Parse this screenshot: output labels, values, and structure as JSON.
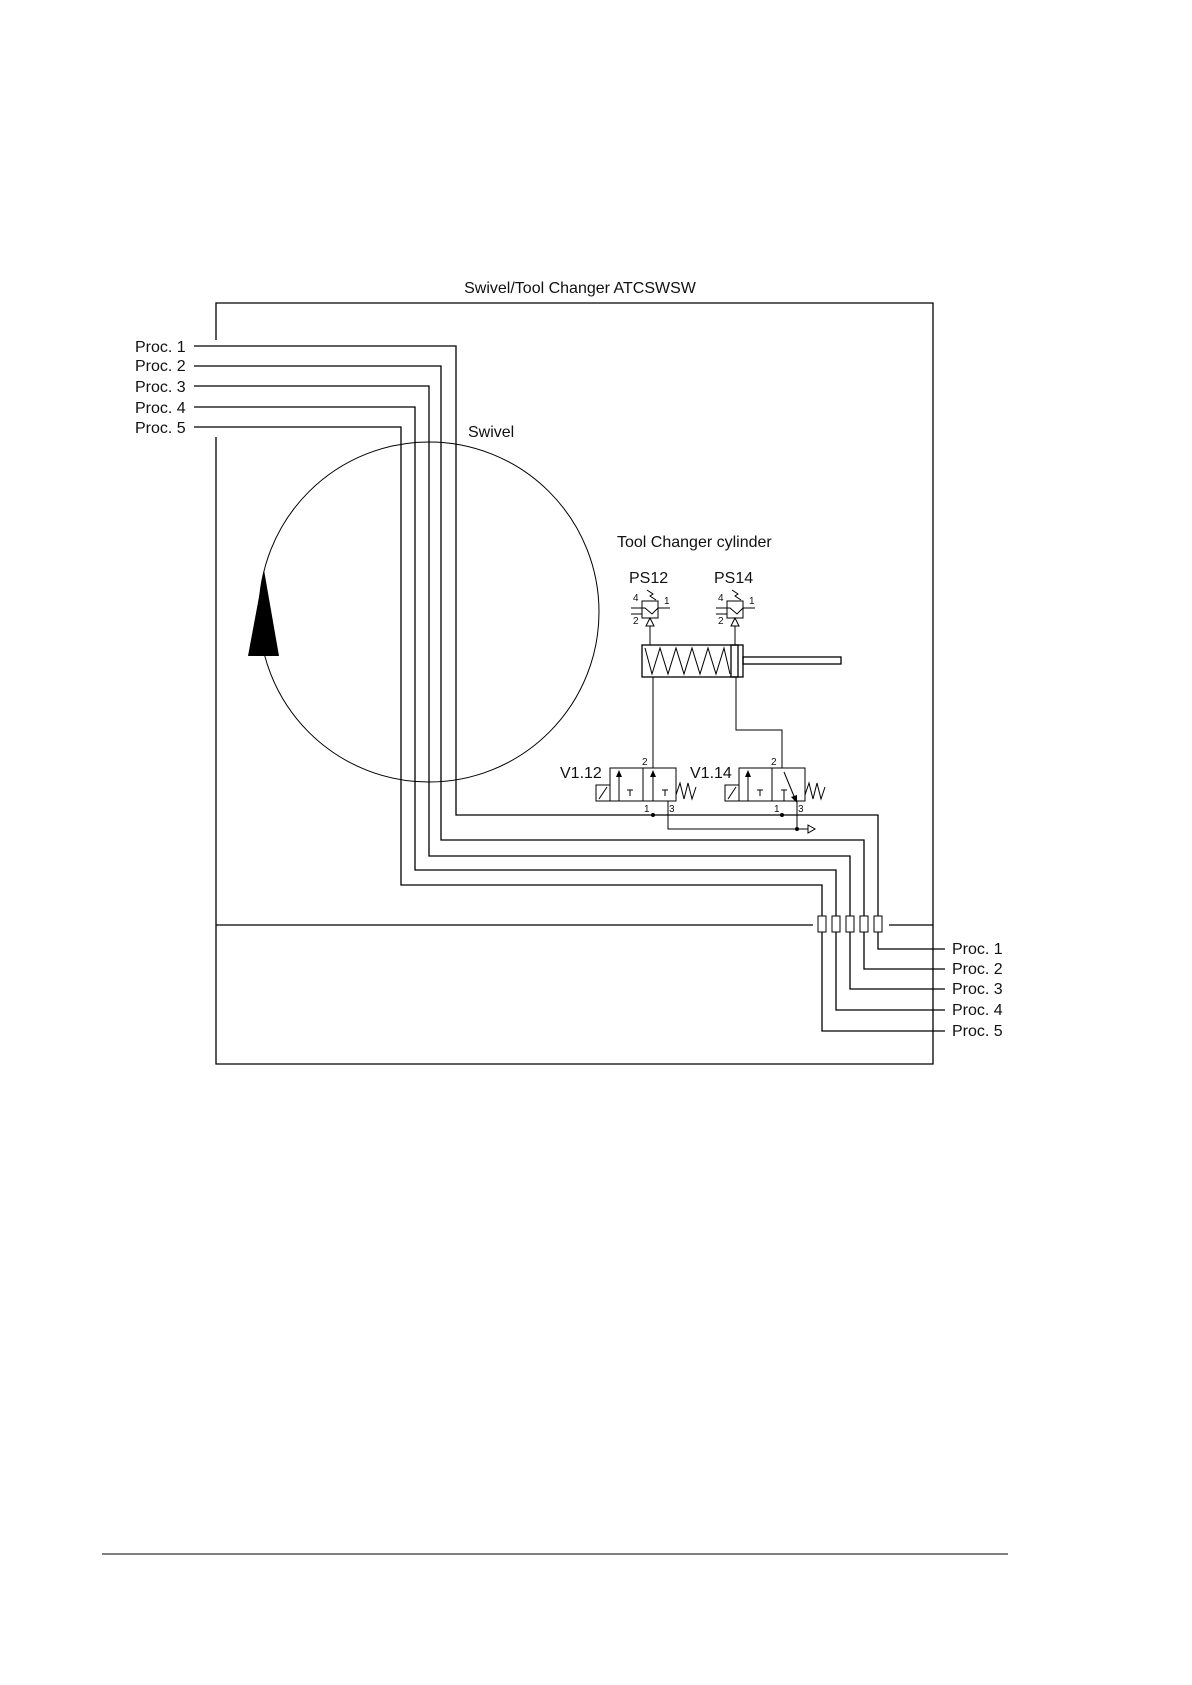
{
  "diagram": {
    "title": "Swivel/Tool Changer ATCSWSW",
    "swivel_label": "Swivel",
    "cylinder_label": "Tool Changer cylinder",
    "pressure_switches": [
      {
        "label": "PS12",
        "port_4": "4",
        "port_1": "1",
        "port_2": "2"
      },
      {
        "label": "PS14",
        "port_4": "4",
        "port_1": "1",
        "port_2": "2"
      }
    ],
    "valves": [
      {
        "label": "V1.12",
        "port_2": "2",
        "port_1": "1",
        "port_3": "3"
      },
      {
        "label": "V1.14",
        "port_2": "2",
        "port_1": "1",
        "port_3": "3"
      }
    ],
    "input_processes": [
      "Proc. 1",
      "Proc. 2",
      "Proc. 3",
      "Proc. 4",
      "Proc. 5"
    ],
    "output_processes": [
      "Proc. 1",
      "Proc. 2",
      "Proc. 3",
      "Proc. 4",
      "Proc. 5"
    ]
  }
}
